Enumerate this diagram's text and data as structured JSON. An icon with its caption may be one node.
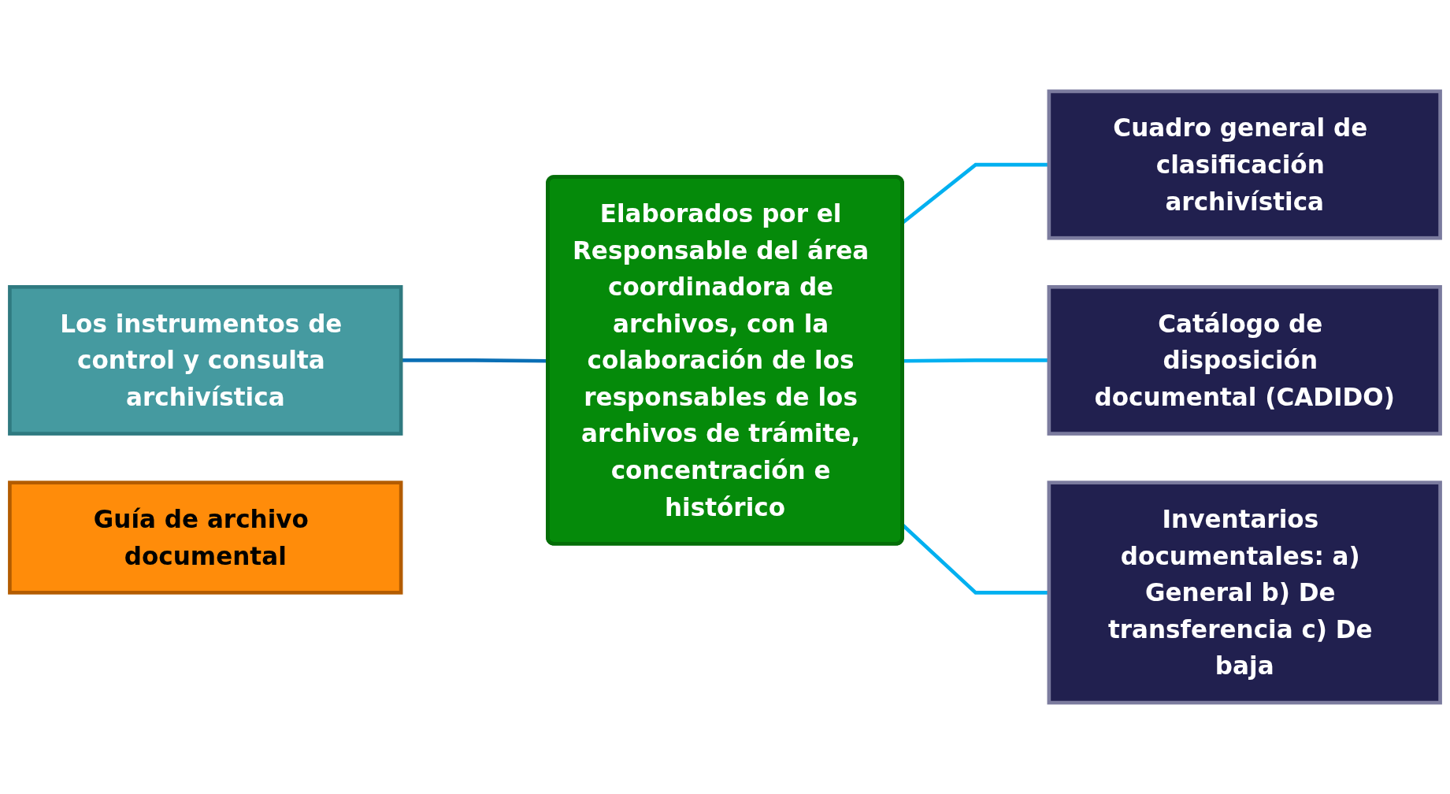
{
  "diagram": {
    "nodes": [
      {
        "text": [
          "Los instrumentos de control y consulta archivística"
        ]
      },
      {
        "text": [
          "Elaborados por el Responsable del área coordinadora de archivos, con la colaboración de los responsables de los archivos de trámite, concentración e histórico"
        ]
      },
      {
        "text": [
          "Cuadro general de clasificación archivística"
        ]
      },
      {
        "text": [
          "Catálogo de disposición documental (CADIDO)"
        ]
      },
      {
        "text": [
          "Inventarios documentales: a) General b) De transferencia c) De baja"
        ]
      },
      {
        "text": [
          "Guía de archivo documental"
        ]
      }
    ],
    "edges": [
      {
        "from": 0,
        "to": 1,
        "arrow": "none",
        "color": "#0a6fb5"
      },
      {
        "from": 1,
        "to": 2,
        "arrow": "none"
      },
      {
        "from": 1,
        "to": 3,
        "arrow": "none"
      },
      {
        "from": 1,
        "to": 4,
        "arrow": "none"
      }
    ]
  }
}
